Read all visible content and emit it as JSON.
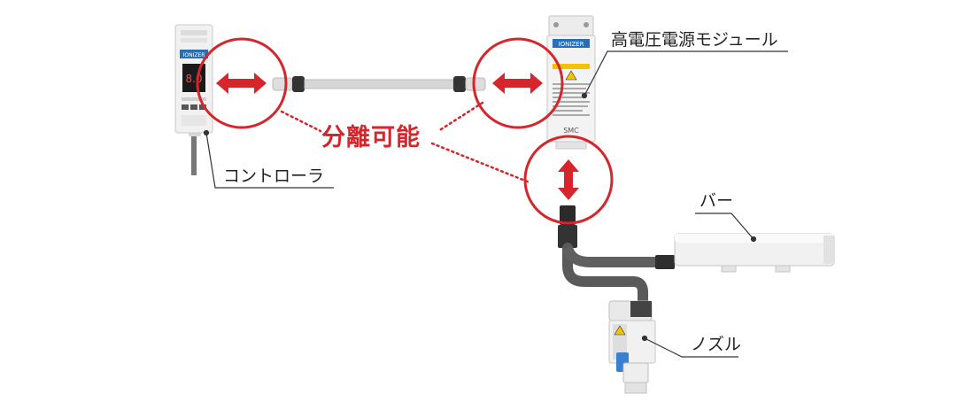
{
  "labels": {
    "controller": "コントローラ",
    "hv_module": "高電圧電源モジュール",
    "bar": "バー",
    "nozzle": "ノズル",
    "separable": "分離可能"
  },
  "device_text": {
    "ionizer": "IONIZER",
    "display": "8.0",
    "smc": "SMC"
  },
  "colors": {
    "accent": "#d4262b",
    "device": "#efefef",
    "cable": "#606060"
  }
}
